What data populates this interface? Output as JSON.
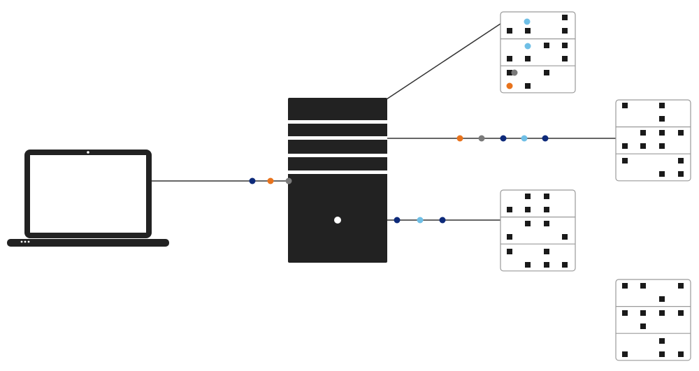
{
  "colors": {
    "device": "#222222",
    "line": "#333333",
    "navy": "#0d2a7a",
    "orange": "#e8731c",
    "gray": "#7a7a7a",
    "lightblue": "#6fbfe6",
    "panel_border": "#9a9a9a",
    "panel_fill": "#ffffff"
  },
  "icons": {
    "laptop": "laptop-icon",
    "server": "server-tower-icon",
    "storage": "storage-rack-icon"
  },
  "links": [
    {
      "id": "laptop-to-server",
      "packets": [
        "navy",
        "orange",
        "gray"
      ]
    },
    {
      "id": "server-to-rack-1",
      "packets": []
    },
    {
      "id": "server-to-rack-2",
      "packets": [
        "orange",
        "gray",
        "navy",
        "lightblue",
        "navy"
      ]
    },
    {
      "id": "server-to-rack-3",
      "packets": [
        "navy",
        "lightblue",
        "navy"
      ]
    }
  ]
}
